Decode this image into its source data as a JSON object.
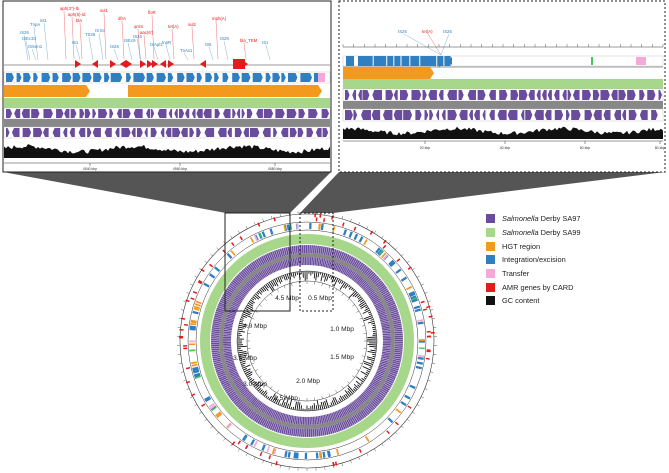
{
  "left_panel": {
    "gene_labels_blue": [
      "ISSen1",
      "ISEc33",
      "IS26",
      "TnpA",
      "int1",
      "IS1",
      "TS26",
      "IS Ec",
      "IS26",
      "ISEc9",
      "IS26",
      "ISApl1",
      "tnpR",
      "TnAs1",
      "IS6",
      "IS26",
      "IS1"
    ],
    "gene_labels_red": [
      "aph(3'')-Ib",
      "aph(6)-Id",
      "bla",
      "sul1",
      "dfrA",
      "qnrS",
      "aac(6')",
      "floR",
      "tet(A)",
      "sul2",
      "mph(A)",
      "bla_TEM"
    ],
    "axis_ticks": [
      "4540 kbp",
      "4560 kbp",
      "4580 kbp"
    ]
  },
  "right_panel": {
    "gene_labels_blue": [
      "IS26",
      "IS26"
    ],
    "gene_labels_red": [
      "tet(A)"
    ],
    "axis_ticks": [
      "20 kbp",
      "40 kbp",
      "60 kbp",
      "80 kbp"
    ]
  },
  "ring_labels": [
    "4.5 Mbp",
    "0.5 Mbp",
    "1.0 Mbp",
    "1.5 Mbp",
    "2.0 Mbp",
    "2.5 Mbp",
    "3.0 Mbp",
    "3.5 Mbp",
    "4.0 Mbp"
  ],
  "legend": [
    {
      "italic": "Salmonella",
      "rest": " Derby SA97",
      "color": "#6a4c9c"
    },
    {
      "italic": "Salmonella",
      "rest": " Derby SA99",
      "color": "#a6d78a"
    },
    {
      "italic": "",
      "rest": "HGT region",
      "color": "#f39a1e"
    },
    {
      "italic": "",
      "rest": "Integration/excision",
      "color": "#2f7fc1"
    },
    {
      "italic": "",
      "rest": "Transfer",
      "color": "#f4a9d8"
    },
    {
      "italic": "",
      "rest": "AMR genes by CARD",
      "color": "#e41a1c"
    },
    {
      "italic": "",
      "rest": "GC content",
      "color": "#111111"
    }
  ],
  "colors": {
    "sa97": "#6a4c9c",
    "sa99": "#a6d78a",
    "hgt": "#f39a1e",
    "integration": "#2f7fc1",
    "transfer": "#f4a9d8",
    "amr": "#e41a1c",
    "gc": "#111111",
    "track_grey": "#888888"
  }
}
